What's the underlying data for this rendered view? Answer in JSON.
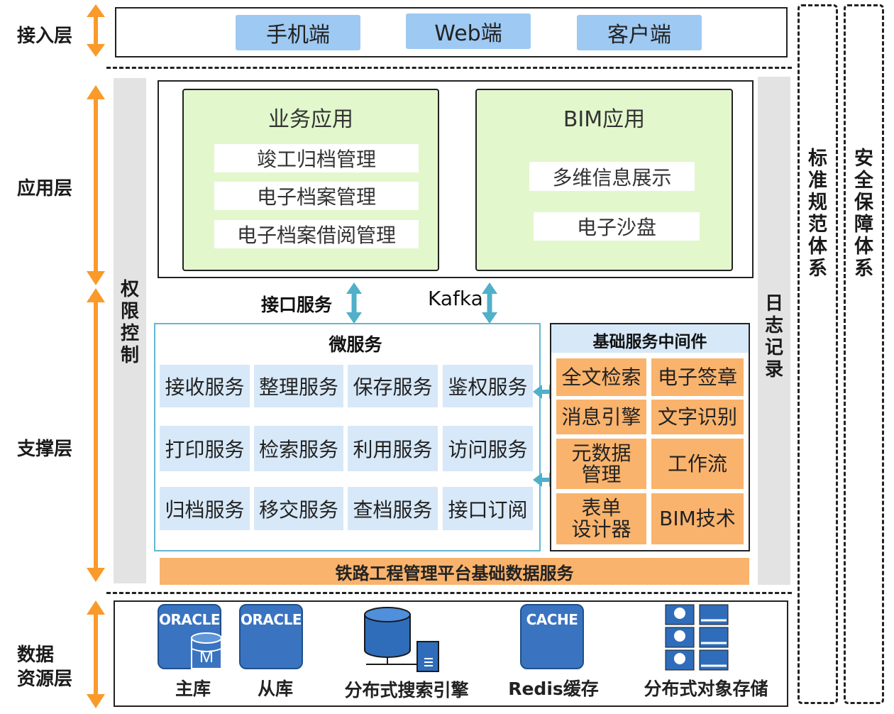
{
  "layers": {
    "access": "接入层",
    "application": "应用层",
    "support": "支撑层",
    "data": "数据\n资源层"
  },
  "data_layer_lines": [
    "数据",
    "资源层"
  ],
  "access_items": [
    "手机端",
    "Web端",
    "客户端"
  ],
  "business_app": {
    "title": "业务应用",
    "items": [
      "竣工归档管理",
      "电子档案管理",
      "电子档案借阅管理"
    ]
  },
  "bim_app": {
    "title": "BIM应用",
    "items": [
      "多维信息展示",
      "电子沙盘"
    ]
  },
  "permission_control": [
    "权",
    "限",
    "控",
    "制"
  ],
  "log_record": [
    "日",
    "志",
    "记",
    "录"
  ],
  "standards_system": [
    "标",
    "准",
    "规",
    "范",
    "体",
    "系"
  ],
  "security_system": [
    "安",
    "全",
    "保",
    "障",
    "体",
    "系"
  ],
  "interface_service": "接口服务",
  "kafka": "Kafka",
  "microservices": {
    "title": "微服务",
    "rows": [
      [
        "接收服务",
        "整理服务",
        "保存服务",
        "鉴权服务"
      ],
      [
        "打印服务",
        "检索服务",
        "利用服务",
        "访问服务"
      ],
      [
        "归档服务",
        "移交服务",
        "查档服务",
        "接口订阅"
      ]
    ]
  },
  "middleware": {
    "title": "基础服务中间件",
    "cells": [
      "全文检索",
      "电子签章",
      "消息引擎",
      "文字识别",
      "元数据\n管理",
      "工作流",
      "表单\n设计器",
      "BIM技术"
    ]
  },
  "middleware_multiline": {
    "metadata": [
      "元数据",
      "管理"
    ],
    "form": [
      "表单",
      "设计器"
    ]
  },
  "base_data_service": "铁路工程管理平台基础数据服务",
  "data_resources": {
    "oracle_label": "ORACLE",
    "master_badge": "M",
    "cache_label": "CACHE",
    "items": [
      "主库",
      "从库",
      "分布式搜索引擎",
      "Redis缓存",
      "分布式对象存储"
    ]
  },
  "colors": {
    "accent_orange": "#f99a2a",
    "interface_arrow": "#4fb0c9",
    "access_button": "#9ec9f2",
    "app_box": "#e2f7cc",
    "microservice_cell": "#d7e8f8",
    "middleware_cell": "#f9b36c",
    "db_blue": "#3a74c0"
  }
}
